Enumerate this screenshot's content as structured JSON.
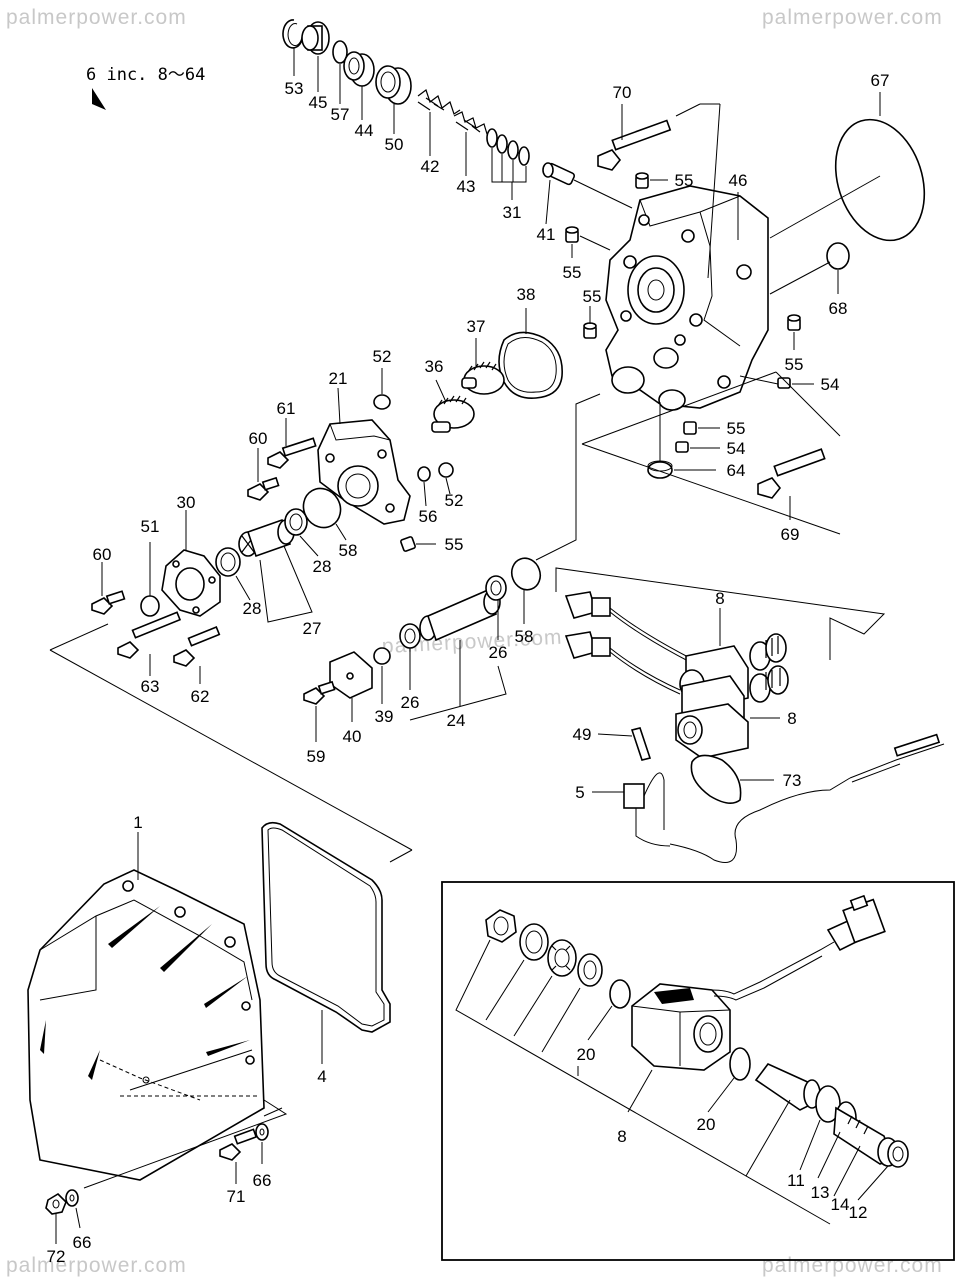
{
  "watermarks": [
    "palmerpower.com",
    "palmerpower.com",
    "palmerpower.com",
    "palmerpower.com",
    "palmerpower.com"
  ],
  "heading": "6 inc. 8～64",
  "callouts": {
    "c53": "53",
    "c45": "45",
    "c57": "57",
    "c44": "44",
    "c50": "50",
    "c42": "42",
    "c43": "43",
    "c31": "31",
    "c41": "41",
    "c70": "70",
    "c67": "67",
    "c55a": "55",
    "c46": "46",
    "c55b": "55",
    "c68": "68",
    "c55c": "55",
    "c38": "38",
    "c37": "37",
    "c55d": "55",
    "c54a": "54",
    "c36": "36",
    "c55e": "55",
    "c54b": "54",
    "c64": "64",
    "c52a": "52",
    "c21": "21",
    "c61": "61",
    "c60a": "60",
    "c52b": "52",
    "c56": "56",
    "c69": "69",
    "c58a": "58",
    "c55f": "55",
    "c30": "30",
    "c51": "51",
    "c60b": "60",
    "c28a": "28",
    "c28b": "28",
    "c27": "27",
    "c8a": "8",
    "c58b": "58",
    "c26a": "26",
    "c26b": "26",
    "c63": "63",
    "c62": "62",
    "c39": "39",
    "c24": "24",
    "c8b": "8",
    "c59": "59",
    "c40": "40",
    "c49": "49",
    "c73": "73",
    "c5": "5",
    "c1": "1",
    "c4": "4",
    "c20a": "20",
    "c20b": "20",
    "c8c": "8",
    "c11": "11",
    "c13": "13",
    "c14": "14",
    "c12": "12",
    "c71": "71",
    "c66a": "66",
    "c66b": "66",
    "c72": "72"
  }
}
